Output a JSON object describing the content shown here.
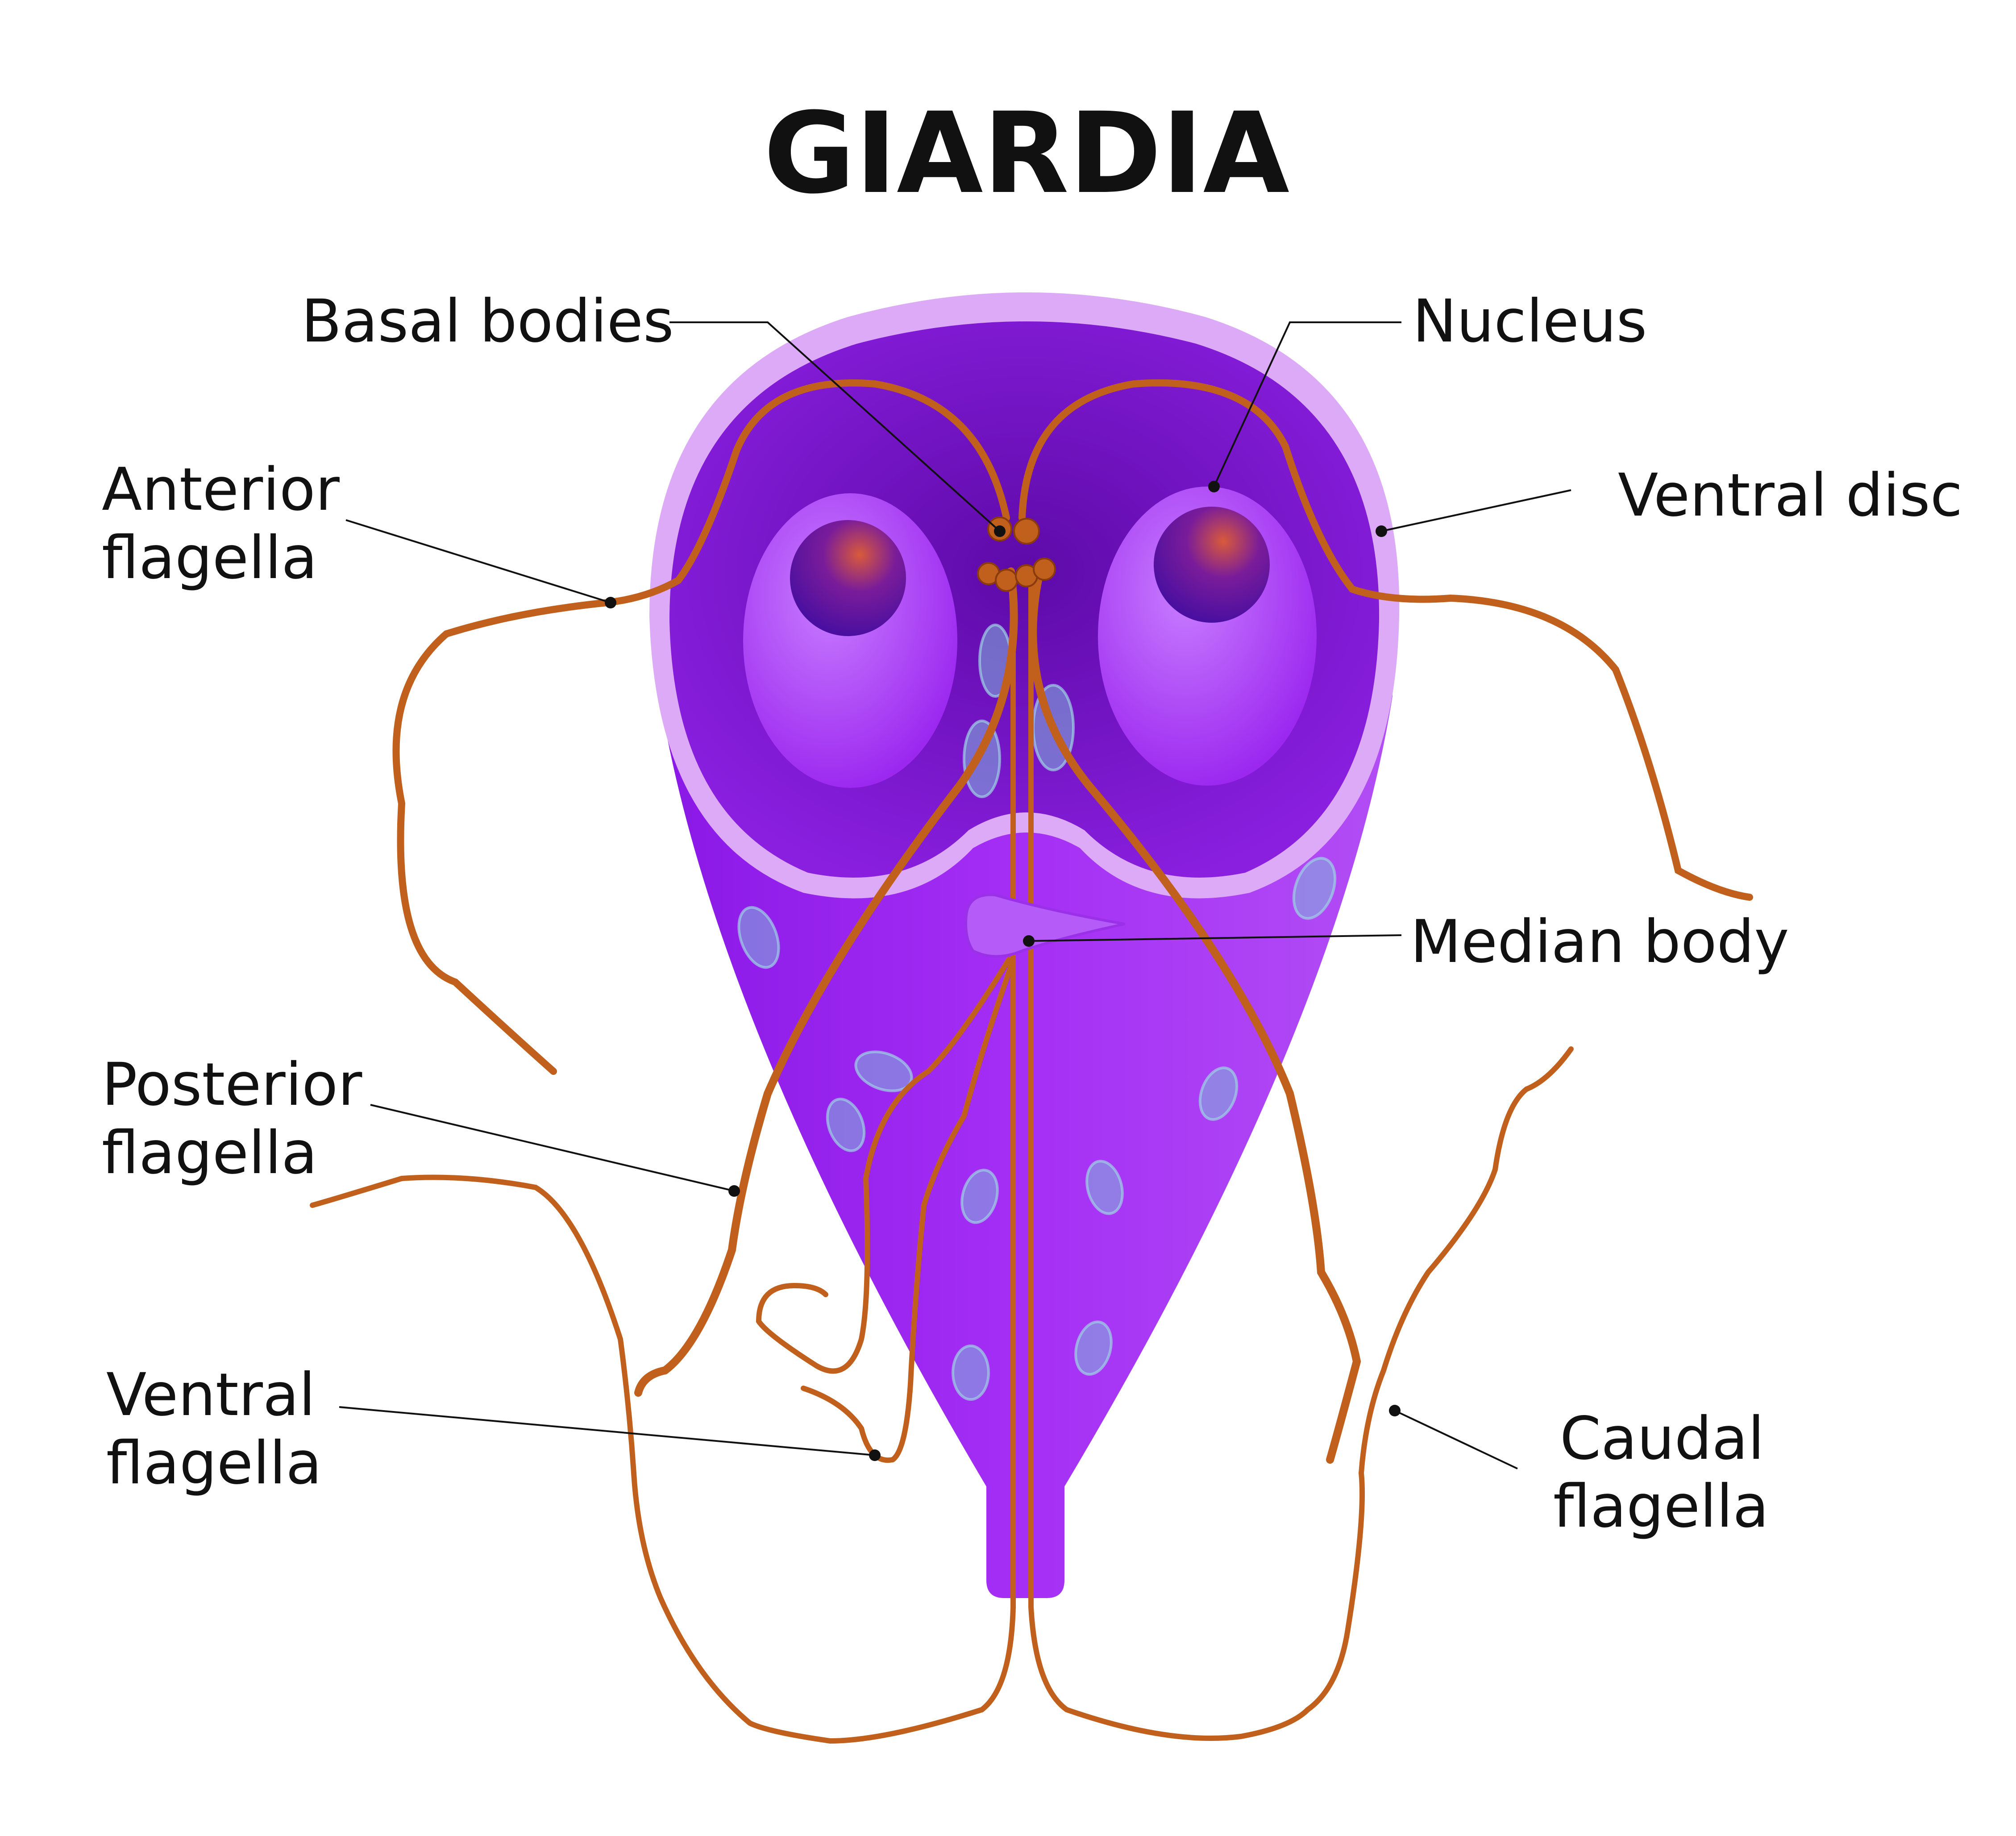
{
  "title": "GIARDIA",
  "labels": {
    "basal_bodies": "Basal bodies",
    "nucleus": "Nucleus",
    "anterior_flagella_line1": "Anterior",
    "anterior_flagella_line2": "flagella",
    "ventral_disc": "Ventral disc",
    "median_body": "Median body",
    "posterior_flagella_line1": "Posterior",
    "posterior_flagella_line2": "flagella",
    "ventral_flagella_line1": "Ventral",
    "ventral_flagella_line2": "flagella",
    "caudal_flagella_line1": "Caudal",
    "caudal_flagella_line2": "flagella"
  },
  "colors": {
    "body": "#9b22ee",
    "disc_rim": "#e2b4f8",
    "disc_inner": "#7a16c8",
    "nucleus": "#b34fff",
    "karyosome": "#5a1aa8",
    "flagella": "#c0601c",
    "vesicle": "#7fb8d8"
  }
}
